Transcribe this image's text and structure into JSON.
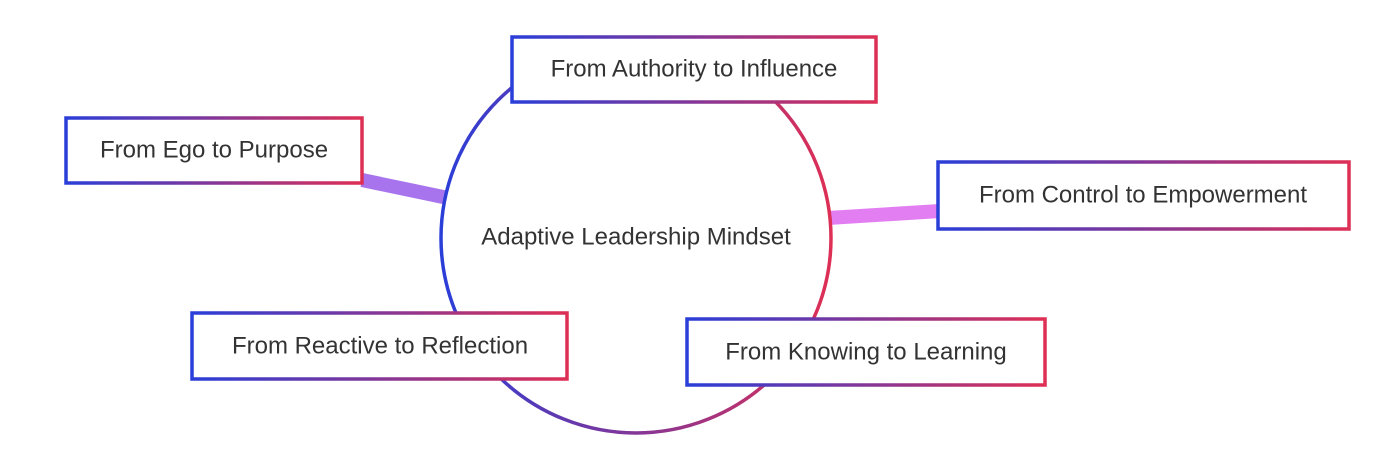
{
  "diagram": {
    "central_node": {
      "label": "Adaptive Leadership Mindset"
    },
    "branches": [
      {
        "label": "From Authority to Influence"
      },
      {
        "label": "From Ego to Purpose"
      },
      {
        "label": "From Control to Empowerment"
      },
      {
        "label": "From Reactive to Reflection"
      },
      {
        "label": "From Knowing to Learning"
      }
    ],
    "colors": {
      "gradient_start": "#2a3ed8",
      "gradient_end": "#de2f55",
      "connector_purple": "#a874ee",
      "connector_pink": "#e27df2",
      "text": "#333333",
      "node_fill": "#ffffff"
    }
  }
}
